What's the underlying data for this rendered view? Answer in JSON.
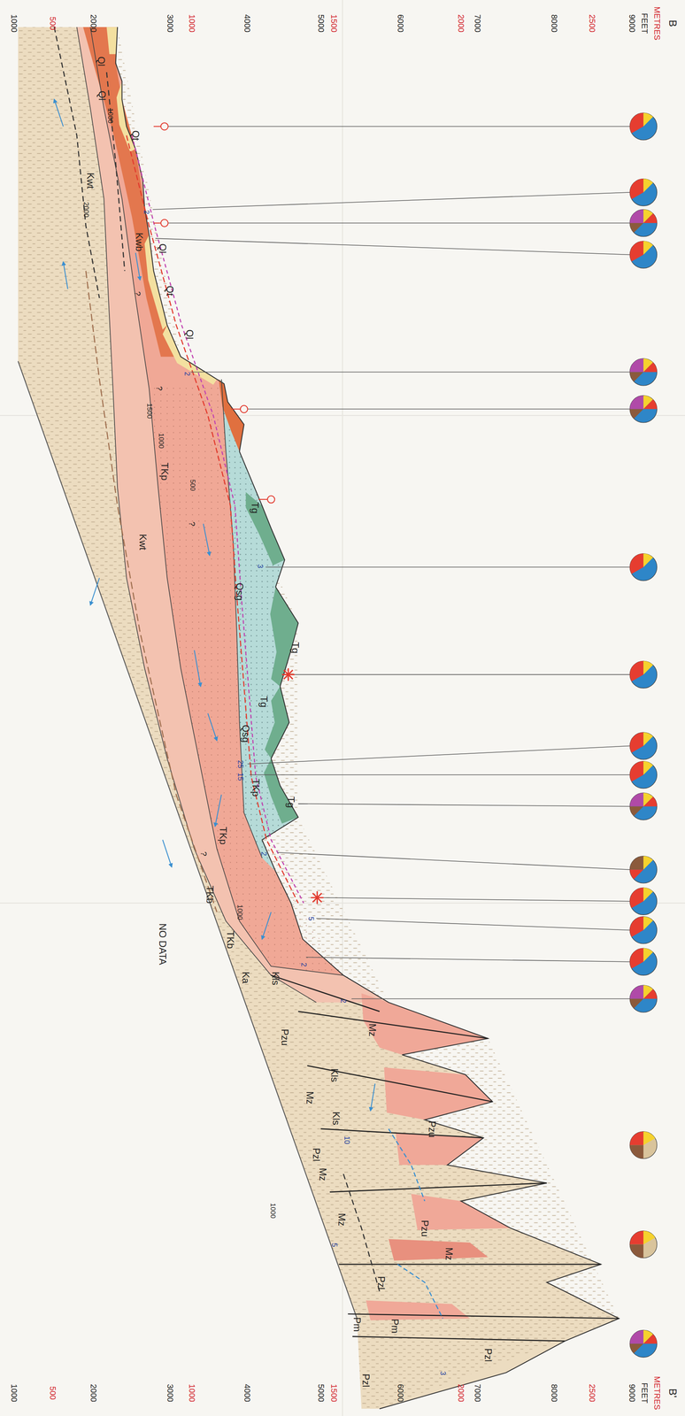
{
  "diagram": {
    "labels": [
      "1000",
      "500",
      "2000",
      "3000",
      "1000",
      "4000",
      "5000",
      "1500",
      "6000",
      "2000",
      "7000",
      "8000",
      "2500",
      "9000",
      "FEET",
      "METRES",
      "B",
      "1000",
      "500",
      "2000",
      "3000",
      "1000",
      "4000",
      "5000",
      "1500",
      "6000",
      "2000",
      "7000",
      "8000",
      "2500",
      "9000",
      "FEET",
      "METRES",
      "B'",
      "Ql",
      "Ql",
      "Qt",
      "Kwt",
      "Kwb",
      "Ql",
      "Qt",
      "Ql",
      "TKp",
      "Tg",
      "Kwt",
      "Qsg",
      "Tg",
      "Tg",
      "Qsg",
      "TKp",
      "Tg",
      "TKp",
      "TKb",
      "TKb",
      "Ka",
      "Kls",
      "Mz",
      "Pzu",
      "Kls",
      "Mz",
      "Kls",
      "Pzu",
      "Pzl",
      "Mz",
      "Mz",
      "Pzu",
      "Mz",
      "Pzl",
      "Pm",
      "Pzl",
      "Pm",
      "Pzl",
      "NO DATA",
      "1000",
      "2000",
      "1500",
      "1000",
      "500",
      "1000",
      "1000",
      "?",
      "?",
      "?",
      "?",
      "2",
      "2",
      "3",
      "25",
      "15",
      "2",
      "5",
      "2",
      "2",
      "10",
      "5",
      "3"
    ]
  }
}
